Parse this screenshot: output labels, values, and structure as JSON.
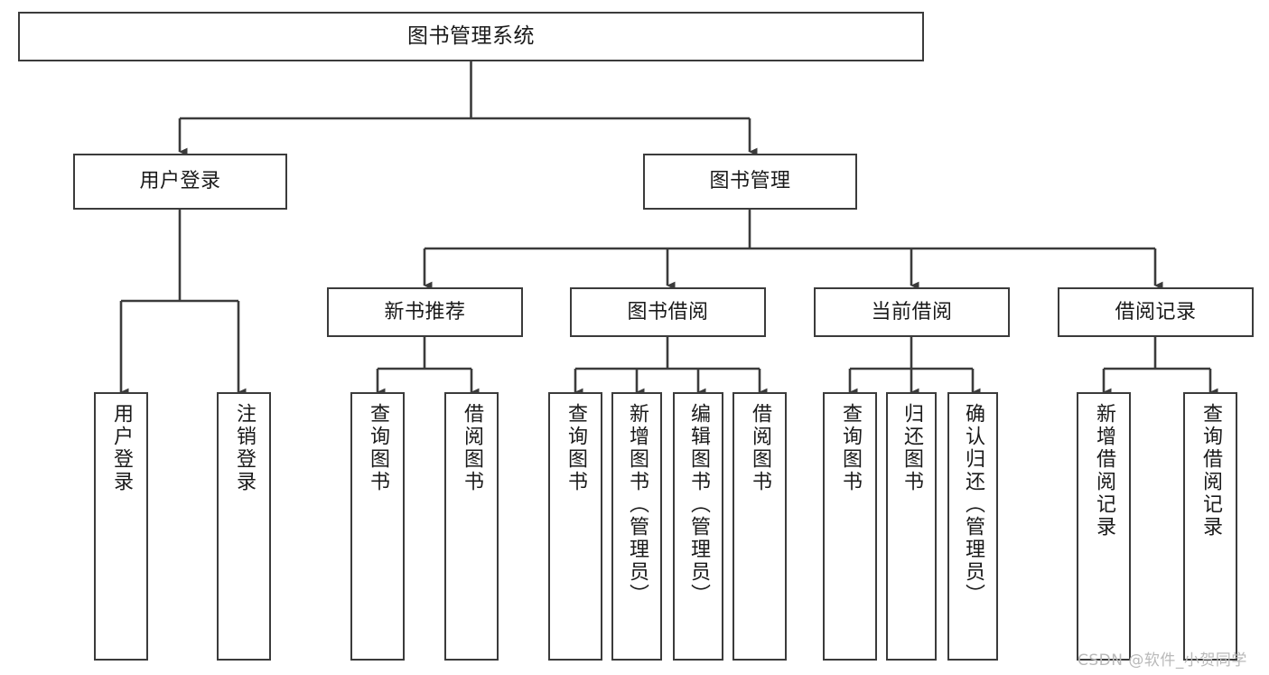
{
  "diagram": {
    "title": "图书管理系统",
    "type": "hierarchy-tree",
    "colors": {
      "stroke": "#3b3b3b",
      "fill": "#ffffff",
      "text": "#1a1a1a",
      "watermark": "#b9b9b9"
    },
    "root": {
      "label": "图书管理系统"
    },
    "level2": [
      {
        "label": "用户登录"
      },
      {
        "label": "图书管理"
      }
    ],
    "level3": [
      {
        "label": "新书推荐"
      },
      {
        "label": "图书借阅"
      },
      {
        "label": "当前借阅"
      },
      {
        "label": "借阅记录"
      }
    ],
    "leaves": {
      "user_login": [
        {
          "label": "用户登录"
        },
        {
          "label": "注销登录"
        }
      ],
      "new_book_recommend": [
        {
          "label": "查询图书"
        },
        {
          "label": "借阅图书"
        }
      ],
      "book_borrow": [
        {
          "label": "查询图书"
        },
        {
          "label": "新增图书（管理员）"
        },
        {
          "label": "编辑图书（管理员）"
        },
        {
          "label": "借阅图书"
        }
      ],
      "current_borrow": [
        {
          "label": "查询图书"
        },
        {
          "label": "归还图书"
        },
        {
          "label": "确认归还（管理员）"
        }
      ],
      "borrow_record": [
        {
          "label": "新增借阅记录"
        },
        {
          "label": "查询借阅记录"
        }
      ]
    }
  },
  "watermark": {
    "text": "CSDN @软件_小贺同学"
  }
}
